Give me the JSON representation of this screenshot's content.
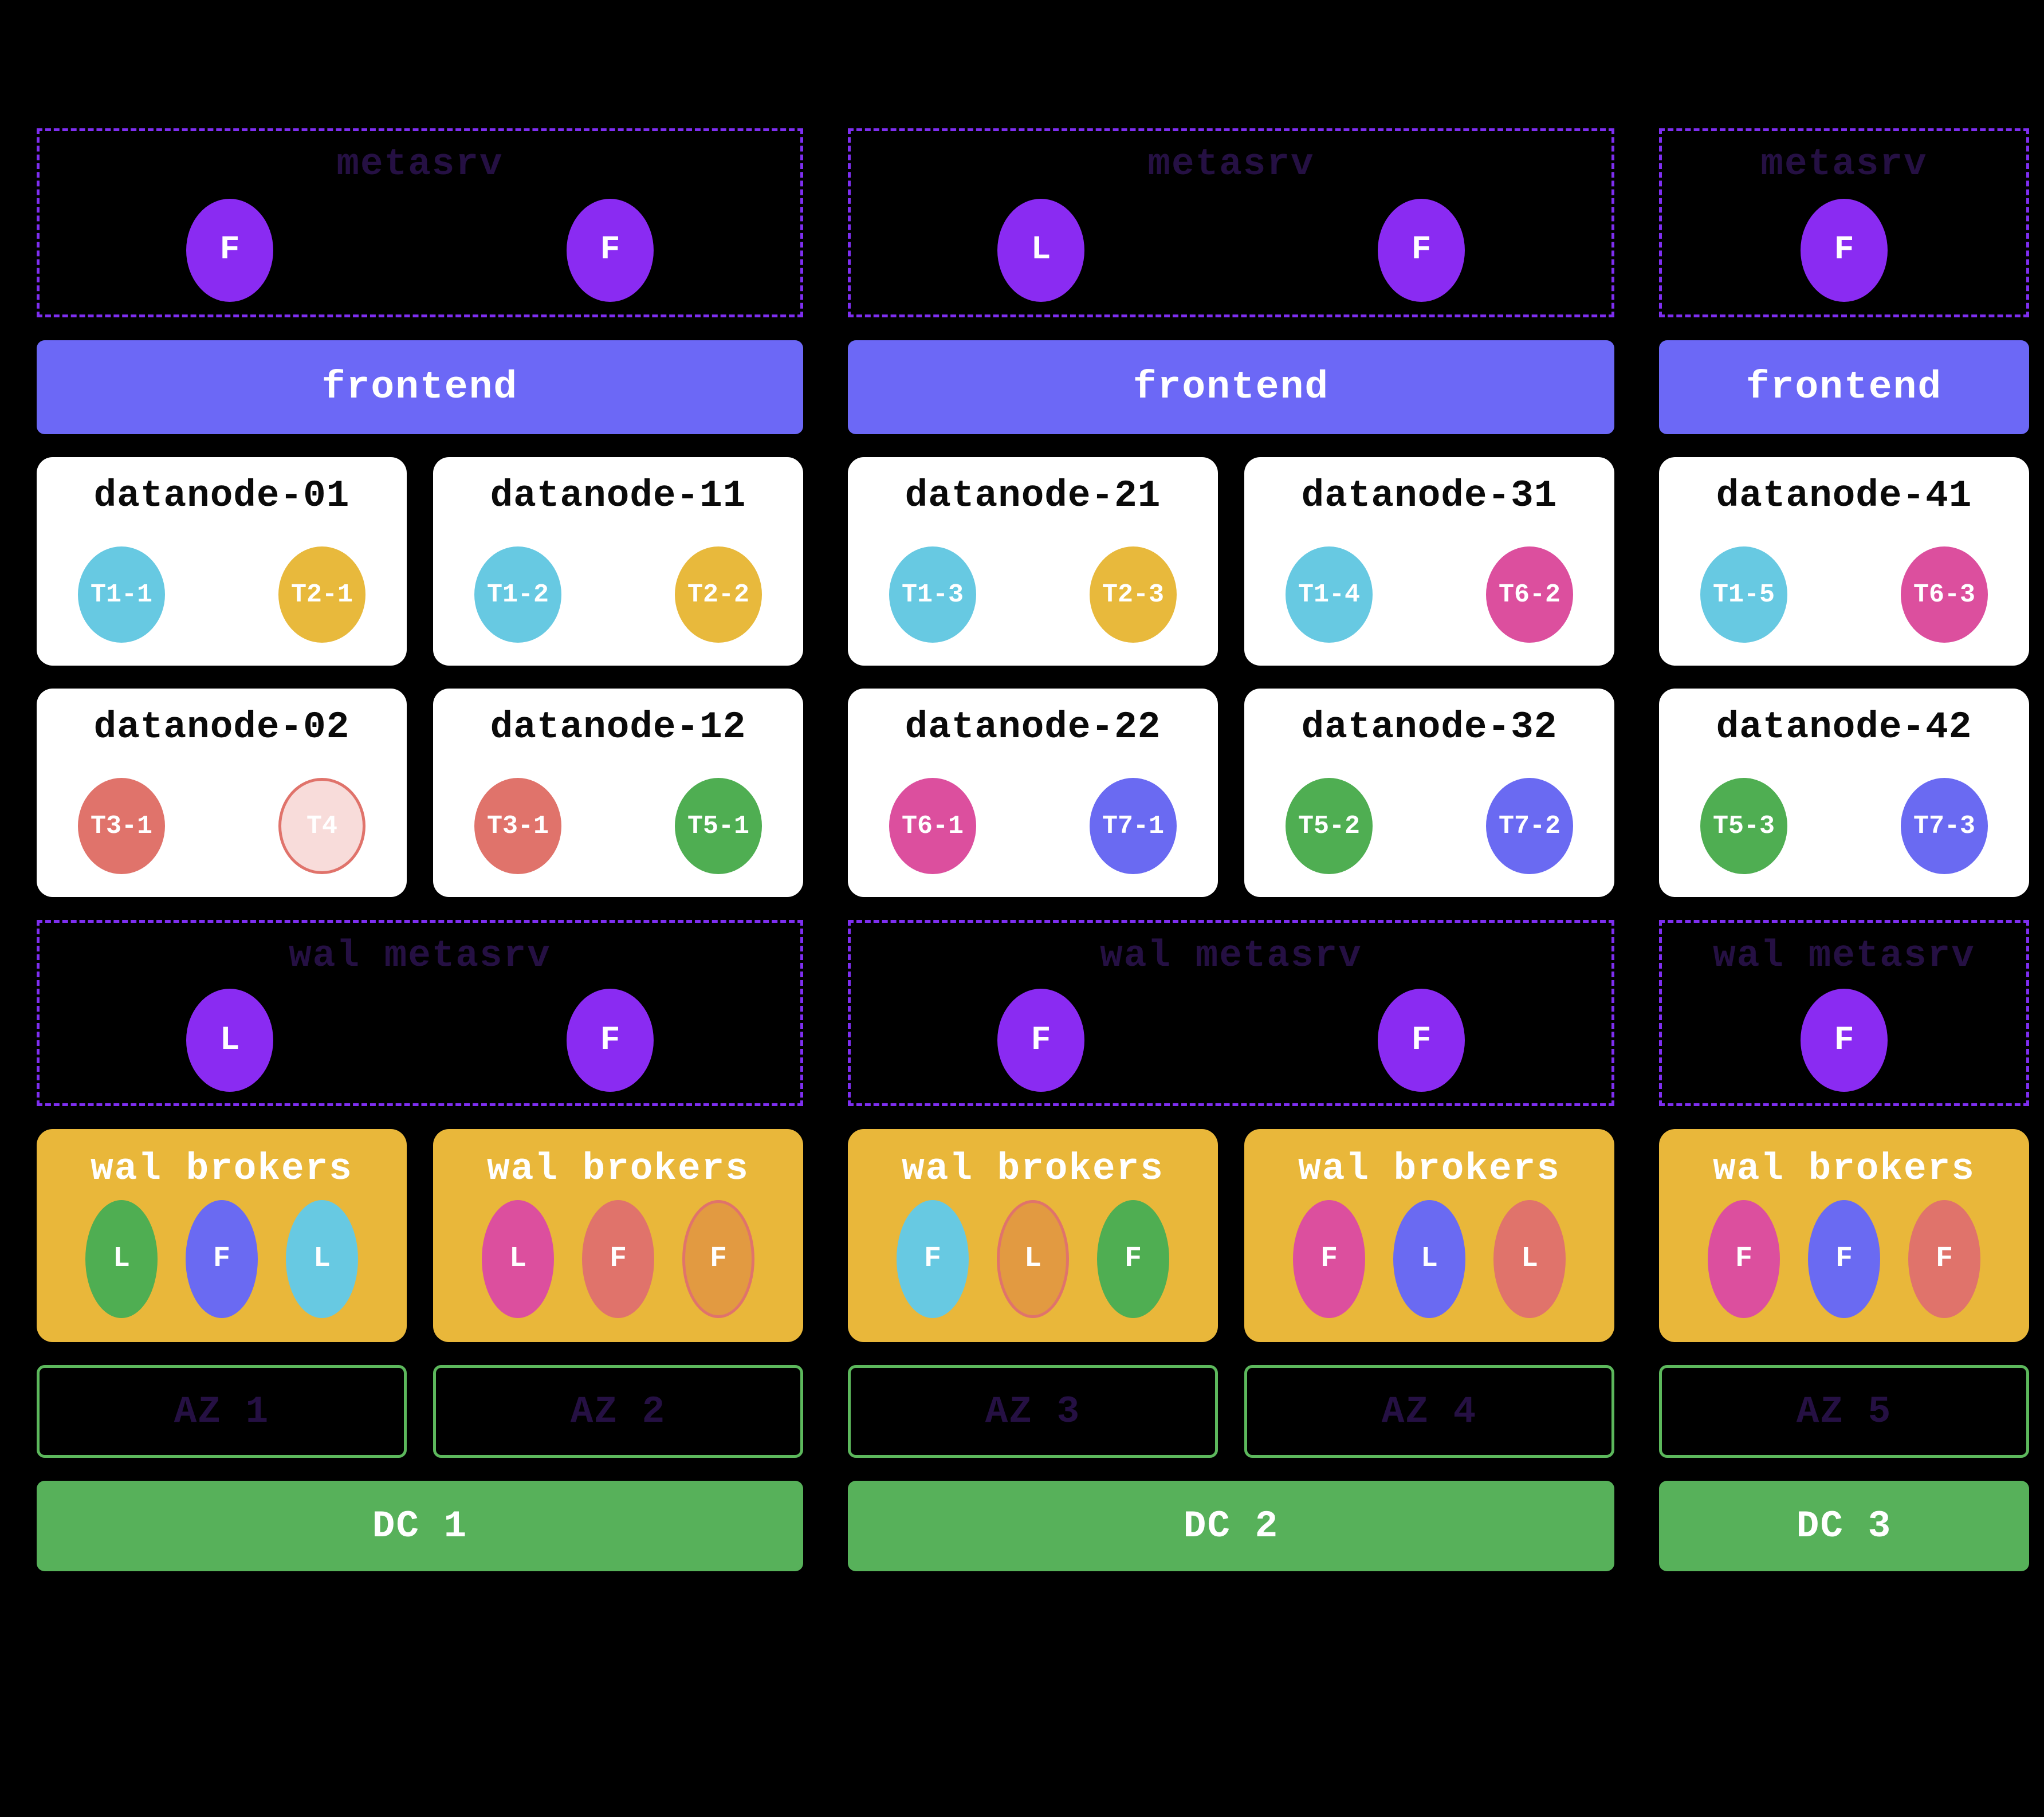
{
  "palette": {
    "violet": "#8a2bf2",
    "periwinkle": "#6c68f6",
    "indigo": "#6a6af2",
    "cyan": "#67c9e2",
    "gold": "#e8b93c",
    "gold_box": "#e9b73a",
    "salmon": "#e0736b",
    "blush": "#f8dcda",
    "green": "#4fae52",
    "green_bar": "#57b15a",
    "green_border": "#5cb85c",
    "pink": "#dc4f9e",
    "orange": "#e29a41",
    "dark_label": "#251043",
    "dashed_border": "#7e2ef0",
    "white": "#ffffff",
    "background": "#000000"
  },
  "dcs": [
    {
      "name": "DC 1",
      "frontend_label": "frontend",
      "metasrv": {
        "title": "metasrv",
        "nodes": [
          {
            "letter": "F"
          },
          {
            "letter": "F"
          }
        ]
      },
      "wal_metasrv": {
        "title": "wal metasrv",
        "nodes": [
          {
            "letter": "L"
          },
          {
            "letter": "F"
          }
        ]
      },
      "azs": [
        {
          "name": "AZ 1",
          "datanode_top": {
            "title": "datanode-01",
            "regions": [
              {
                "label": "T1-1",
                "color": "cyan"
              },
              {
                "label": "T2-1",
                "color": "gold"
              }
            ]
          },
          "datanode_bottom": {
            "title": "datanode-02",
            "regions": [
              {
                "label": "T3-1",
                "color": "salmon"
              },
              {
                "label": "T4",
                "color": "blush",
                "border": "salmon"
              }
            ]
          },
          "broker": {
            "title": "wal brokers",
            "nodes": [
              {
                "letter": "L",
                "color": "green"
              },
              {
                "letter": "F",
                "color": "indigo"
              },
              {
                "letter": "L",
                "color": "cyan"
              }
            ]
          }
        },
        {
          "name": "AZ 2",
          "datanode_top": {
            "title": "datanode-11",
            "regions": [
              {
                "label": "T1-2",
                "color": "cyan"
              },
              {
                "label": "T2-2",
                "color": "gold"
              }
            ]
          },
          "datanode_bottom": {
            "title": "datanode-12",
            "regions": [
              {
                "label": "T3-1",
                "color": "salmon"
              },
              {
                "label": "T5-1",
                "color": "green"
              }
            ]
          },
          "broker": {
            "title": "wal brokers",
            "nodes": [
              {
                "letter": "L",
                "color": "pink"
              },
              {
                "letter": "F",
                "color": "salmon"
              },
              {
                "letter": "F",
                "color": "orange",
                "border": "salmon"
              }
            ]
          }
        }
      ]
    },
    {
      "name": "DC 2",
      "frontend_label": "frontend",
      "metasrv": {
        "title": "metasrv",
        "nodes": [
          {
            "letter": "L"
          },
          {
            "letter": "F"
          }
        ]
      },
      "wal_metasrv": {
        "title": "wal metasrv",
        "nodes": [
          {
            "letter": "F"
          },
          {
            "letter": "F"
          }
        ]
      },
      "azs": [
        {
          "name": "AZ 3",
          "datanode_top": {
            "title": "datanode-21",
            "regions": [
              {
                "label": "T1-3",
                "color": "cyan"
              },
              {
                "label": "T2-3",
                "color": "gold"
              }
            ]
          },
          "datanode_bottom": {
            "title": "datanode-22",
            "regions": [
              {
                "label": "T6-1",
                "color": "pink"
              },
              {
                "label": "T7-1",
                "color": "indigo"
              }
            ]
          },
          "broker": {
            "title": "wal brokers",
            "nodes": [
              {
                "letter": "F",
                "color": "cyan"
              },
              {
                "letter": "L",
                "color": "orange",
                "border": "salmon"
              },
              {
                "letter": "F",
                "color": "green"
              }
            ]
          }
        },
        {
          "name": "AZ 4",
          "datanode_top": {
            "title": "datanode-31",
            "regions": [
              {
                "label": "T1-4",
                "color": "cyan"
              },
              {
                "label": "T6-2",
                "color": "pink"
              }
            ]
          },
          "datanode_bottom": {
            "title": "datanode-32",
            "regions": [
              {
                "label": "T5-2",
                "color": "green"
              },
              {
                "label": "T7-2",
                "color": "indigo"
              }
            ]
          },
          "broker": {
            "title": "wal brokers",
            "nodes": [
              {
                "letter": "F",
                "color": "pink"
              },
              {
                "letter": "L",
                "color": "indigo"
              },
              {
                "letter": "L",
                "color": "salmon"
              }
            ]
          }
        }
      ]
    },
    {
      "name": "DC 3",
      "frontend_label": "frontend",
      "metasrv": {
        "title": "metasrv",
        "nodes": [
          {
            "letter": "F"
          }
        ]
      },
      "wal_metasrv": {
        "title": "wal metasrv",
        "nodes": [
          {
            "letter": "F"
          }
        ]
      },
      "azs": [
        {
          "name": "AZ 5",
          "datanode_top": {
            "title": "datanode-41",
            "regions": [
              {
                "label": "T1-5",
                "color": "cyan"
              },
              {
                "label": "T6-3",
                "color": "pink"
              }
            ]
          },
          "datanode_bottom": {
            "title": "datanode-42",
            "regions": [
              {
                "label": "T5-3",
                "color": "green"
              },
              {
                "label": "T7-3",
                "color": "indigo"
              }
            ]
          },
          "broker": {
            "title": "wal brokers",
            "nodes": [
              {
                "letter": "F",
                "color": "pink"
              },
              {
                "letter": "F",
                "color": "indigo"
              },
              {
                "letter": "F",
                "color": "salmon"
              }
            ]
          }
        }
      ]
    }
  ]
}
